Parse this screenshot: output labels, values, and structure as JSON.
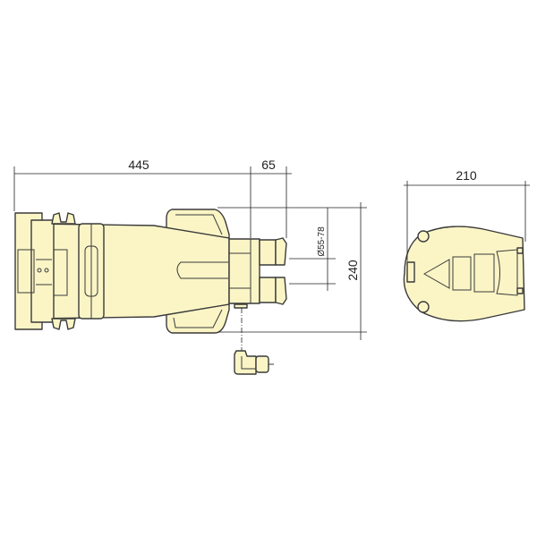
{
  "dimensions": {
    "length": "445",
    "gland_depth": "65",
    "height": "240",
    "cable_diameter": "Ø55-78",
    "width": "210"
  },
  "colors": {
    "body_fill": "#fbf5c6",
    "line": "#3a3a3a"
  }
}
